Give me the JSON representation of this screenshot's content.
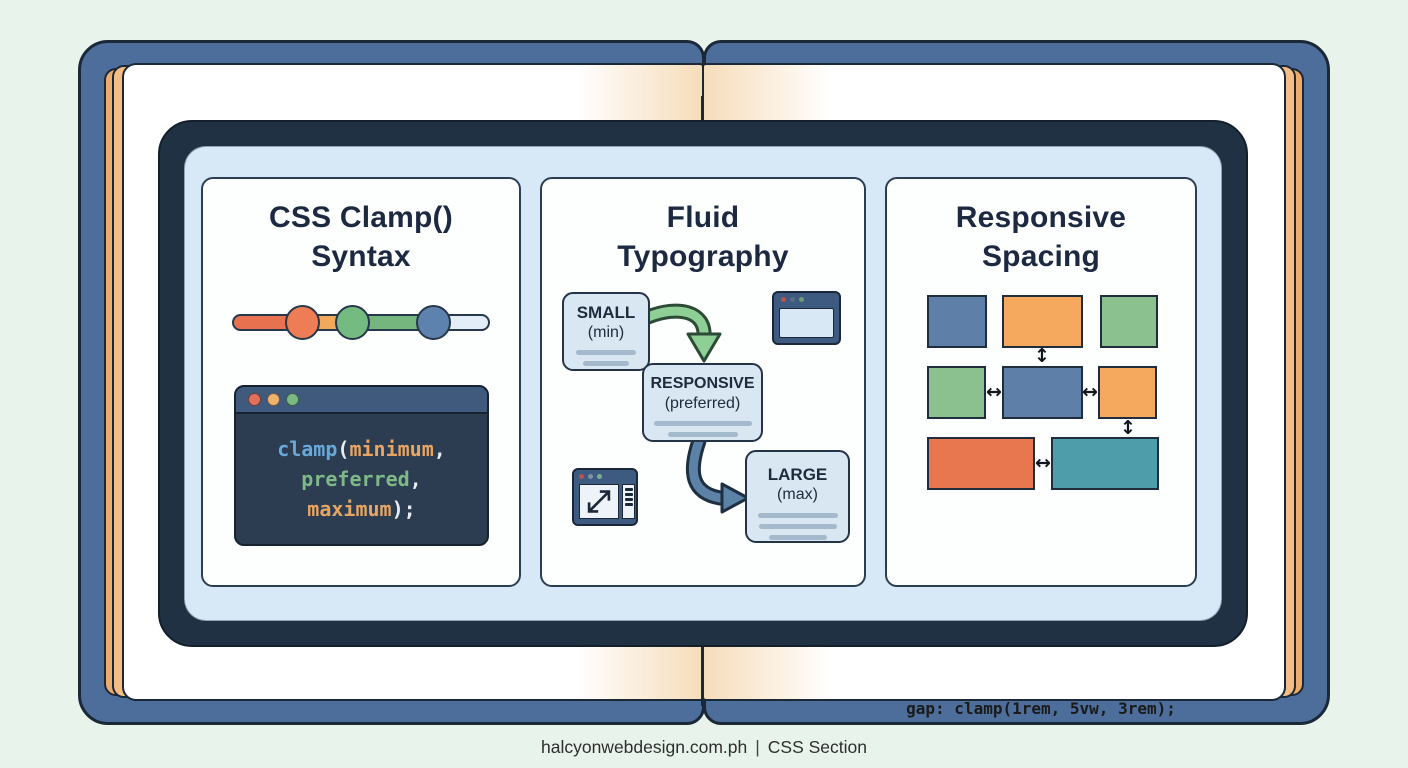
{
  "footer": {
    "site": "halcyonwebdesign.com.ph",
    "separator": "|",
    "section": "CSS Section"
  },
  "colors": {
    "background": "#e8f4eb",
    "book_cover": "#4d6e9a",
    "page_edge": "#f0b87e",
    "frame": "#1f3142",
    "panel": "#d7e8f6",
    "heading": "#1c2940",
    "slider_orange": "#e8714f",
    "slider_amber": "#f3a95c",
    "slider_green": "#74b67e",
    "slider_rest": "#e3edf7",
    "knob_orange": "#ee7c55",
    "knob_green": "#74bb81",
    "knob_blue": "#5d82ad",
    "code_window_header": "#3f5a7d",
    "code_window_body": "#2c3d52",
    "code_fn": "#68a9dc",
    "code_minmax": "#e6a563",
    "code_preferred": "#7fb987",
    "code_punctuation": "#e9edf3",
    "box_blue": "#5d7fa8",
    "box_orange": "#f5a95f",
    "box_green": "#8bc08f",
    "box_coral": "#e8764f",
    "box_teal": "#4d9dab",
    "arrow_green": "#8ecf96",
    "arrow_blue": "#5d82a8"
  },
  "panels": {
    "syntax": {
      "title_line1": "CSS Clamp()",
      "title_line2": "Syntax",
      "code_window": {
        "tokens": {
          "fn": "clamp",
          "open_paren": "(",
          "arg_min": "minimum",
          "comma1": ",",
          "arg_preferred": "preferred",
          "comma2": ",",
          "arg_max": "maximum",
          "close": ");"
        }
      }
    },
    "typography": {
      "title_line1": "Fluid",
      "title_line2": "Typography",
      "small_card": {
        "label": "SMALL",
        "sublabel": "(min)"
      },
      "responsive_card": {
        "label": "RESPONSIVE",
        "sublabel": "(preferred)"
      },
      "large_card": {
        "label": "LARGE",
        "sublabel": "(max)"
      }
    },
    "spacing": {
      "title_line1": "Responsive",
      "title_line2": "Spacing",
      "gap_code": "gap: clamp(1rem, 5vw, 3rem);",
      "h_arrow": "↔",
      "v_arrow": "↕"
    }
  }
}
